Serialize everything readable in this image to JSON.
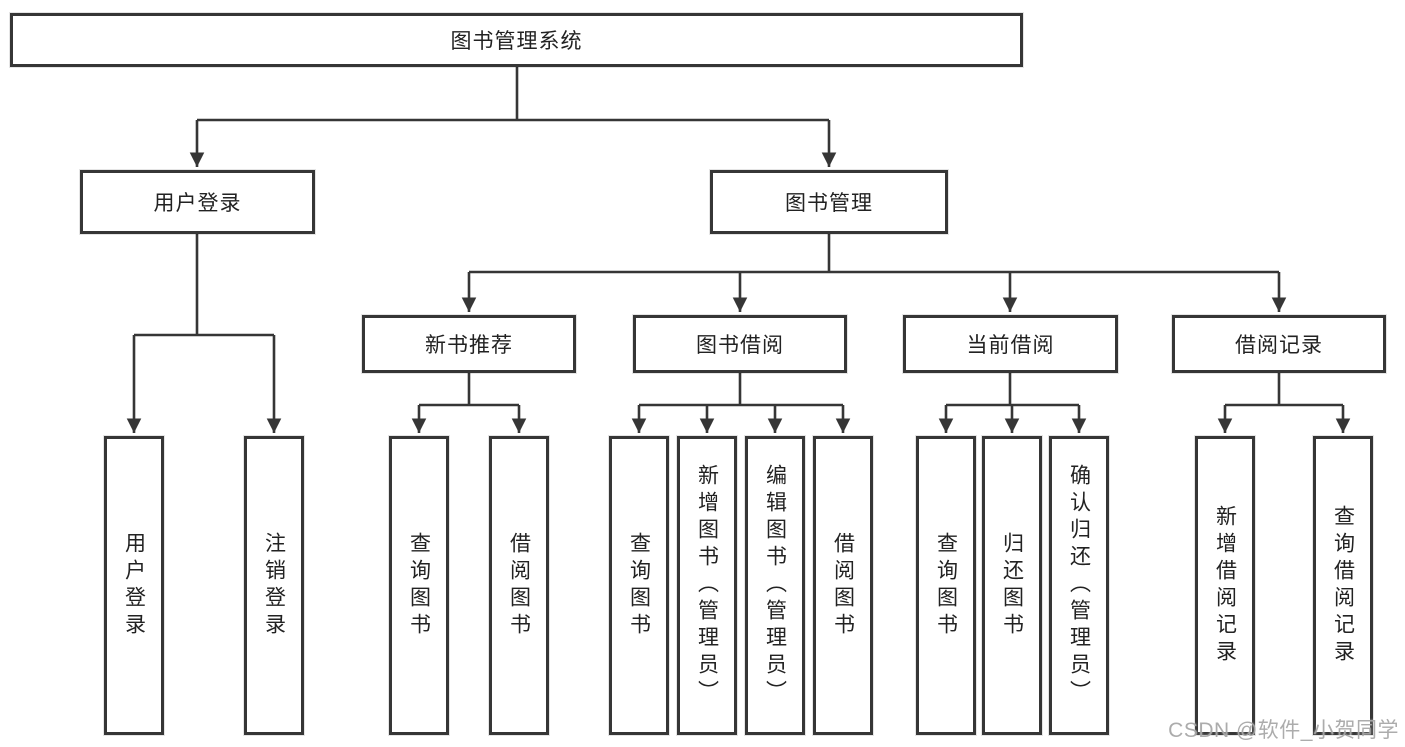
{
  "tree": {
    "root": "图书管理系统",
    "branches": [
      {
        "label": "用户登录",
        "leaves": [
          "用户登录",
          "注销登录"
        ]
      },
      {
        "label": "图书管理",
        "groups": [
          {
            "label": "新书推荐",
            "leaves": [
              "查询图书",
              "借阅图书"
            ]
          },
          {
            "label": "图书借阅",
            "leaves": [
              "查询图书",
              "新增图书（管理员）",
              "编辑图书（管理员）",
              "借阅图书"
            ]
          },
          {
            "label": "当前借阅",
            "leaves": [
              "查询图书",
              "归还图书",
              "确认归还（管理员）"
            ]
          },
          {
            "label": "借阅记录",
            "leaves": [
              "新增借阅记录",
              "查询借阅记录"
            ]
          }
        ]
      }
    ]
  },
  "watermark": "CSDN @软件_小贺同学",
  "colors": {
    "line": "#363636",
    "border": "#363636",
    "text": "#222222",
    "background": "#ffffff",
    "watermark": "#a5a5a5"
  }
}
